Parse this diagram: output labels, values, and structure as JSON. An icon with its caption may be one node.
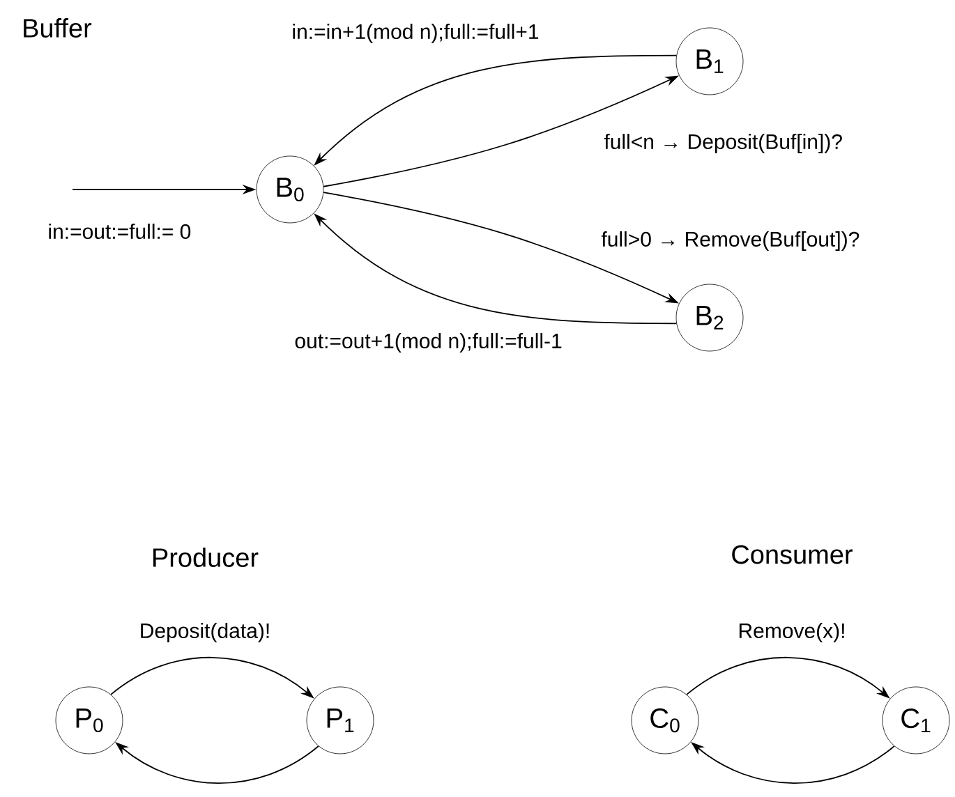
{
  "diagram": {
    "nodes": [
      {
        "text": [
          "B$_{0}$"
        ]
      },
      {
        "text": [
          "B$_{1}$"
        ]
      },
      {
        "text": [
          "B$_{2}$"
        ]
      },
      {
        "text": [
          "P$_{0}$"
        ]
      },
      {
        "text": [
          "P$_{1}$"
        ]
      },
      {
        "text": [
          "C$_{0}$"
        ]
      },
      {
        "text": [
          "C$_{1}$"
        ]
      }
    ],
    "edges": [
      {
        "from": null,
        "to": 0,
        "arrow": "to",
        "label": "in:=out:=full:= 0"
      },
      {
        "from": 0,
        "to": 1,
        "arrow": "to",
        "label": "full<n → Deposit(Buf[in])?"
      },
      {
        "from": 1,
        "to": 0,
        "arrow": "to",
        "label": "in:=in+1(mod n);full:=full+1"
      },
      {
        "from": 0,
        "to": 2,
        "arrow": "to",
        "label": "full>0 → Remove(Buf[out])?"
      },
      {
        "from": 2,
        "to": 0,
        "arrow": "to",
        "label": "out:=out+1(mod n);full:=full-1"
      },
      {
        "from": 3,
        "to": 4,
        "arrow": "to",
        "label": "Deposit(data)!"
      },
      {
        "from": 4,
        "to": 3,
        "arrow": "to"
      },
      {
        "from": 5,
        "to": 6,
        "arrow": "to",
        "label": "Remove(x)!"
      },
      {
        "from": 6,
        "to": 5,
        "arrow": "to"
      }
    ],
    "labels": [
      "Buffer",
      "Producer",
      "Consumer"
    ]
  }
}
